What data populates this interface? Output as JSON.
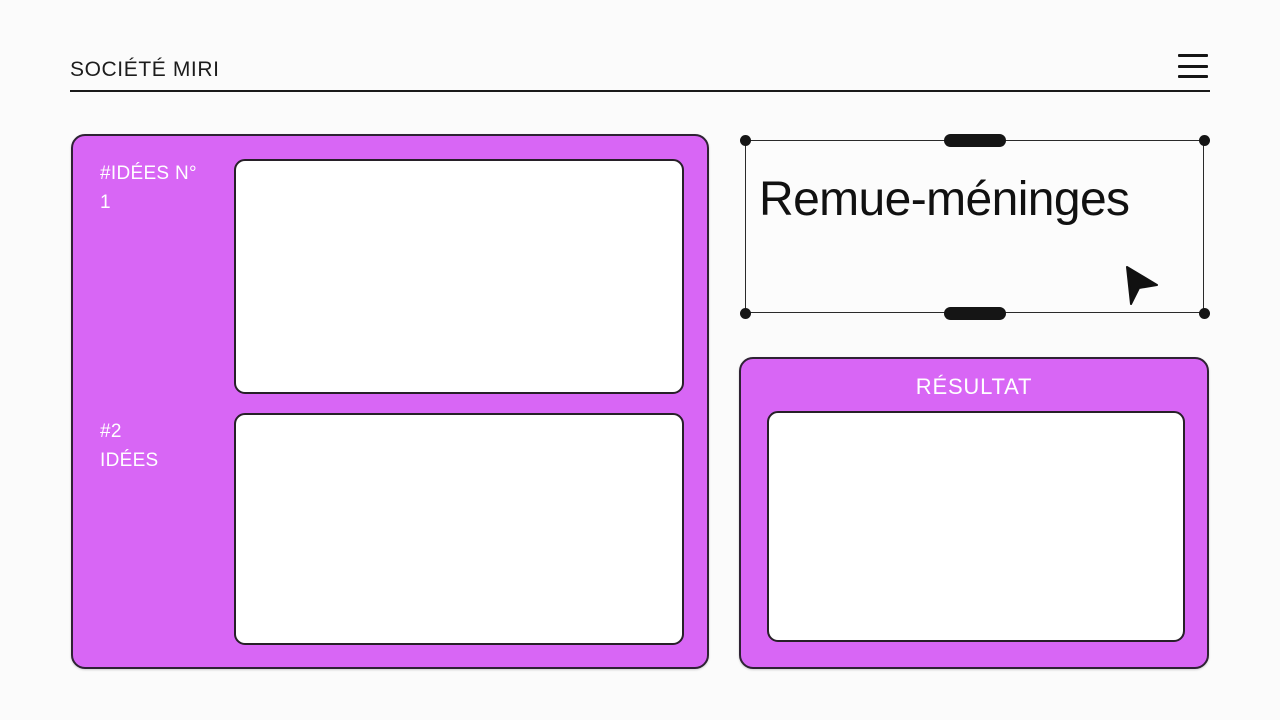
{
  "background_color": "#fbfbfb",
  "accent_color": "#d866f5",
  "header": {
    "title": "SOCIÉTÉ MIRI",
    "menu_icon": "hamburger-menu-icon"
  },
  "left_card": {
    "color": "#d866f5",
    "sections": [
      {
        "label": "#IDÉES N°\n1",
        "content": ""
      },
      {
        "label": "#2\nIDÉES",
        "content": ""
      }
    ]
  },
  "title_object": {
    "text": "Remue-méninges",
    "selected": true,
    "handles": [
      "top-left",
      "top-center",
      "top-right",
      "bottom-left",
      "bottom-center",
      "bottom-right"
    ],
    "cursor_icon": "pointer-arrow-icon"
  },
  "result_card": {
    "color": "#d866f5",
    "label": "RÉSULTAT",
    "content": ""
  }
}
